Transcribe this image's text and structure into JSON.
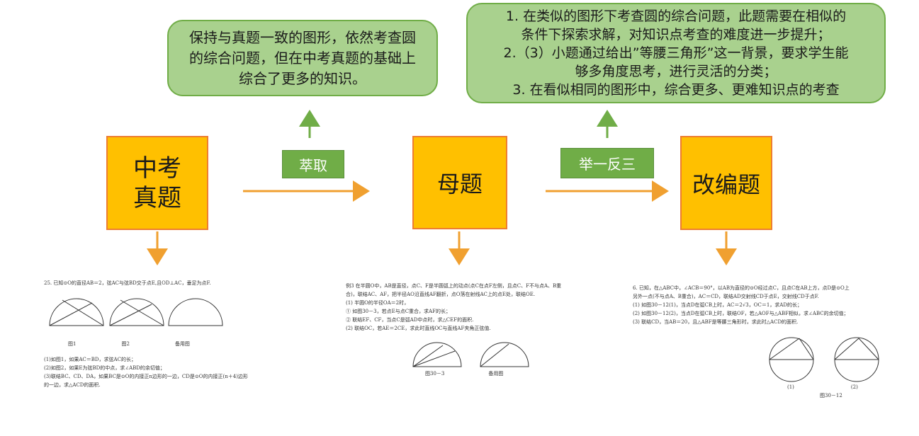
{
  "bubbles": {
    "left": [
      "保持与真题一致的图形，依然考查圆",
      "的综合问题，但在中考真题的基础上",
      "综合了更多的知识。"
    ],
    "right": [
      "1. 在类似的图形下考查圆的综合问题，此题需要在相似的",
      "条件下探索求解，对知识点考查的难度进一步提升；",
      "2.（3）小题通过给出”等腰三角形”这一背景，要求学生能",
      "够多角度思考，进行灵活的分类；",
      "3. 在看似相同的图形中，综合更多、更难知识点的考查"
    ]
  },
  "boxes": {
    "exam_line1": "中考",
    "exam_line2": "真题",
    "mother": "母题",
    "adapted": "改编题"
  },
  "tags": {
    "extract": "萃取",
    "infer": "举一反三"
  },
  "colors": {
    "box_fill": "#ffc000",
    "box_border": "#ed7d31",
    "bubble_fill": "#a9d18e",
    "bubble_border": "#70ad47",
    "tag_fill": "#70ad47",
    "arrow_orange": "#f0a030",
    "arrow_green": "#70ad47"
  },
  "thumbs": {
    "exam": {
      "lines": [
        "25. 已知⊙O的直径AB＝2，弦AC与弦BD交于点E,且OD⊥AC，垂足为点F.",
        "(1)如图1，如果AC＝BD，求弦AC的长；",
        "(2)如图2，如果E为弦BD的中点，求∠ABD的余切值；",
        "(3)联结BC、CD、DA，如果BC是⊙O的内接正n边形的一边，CD是⊙O的内接正(n＋4)边形",
        "的一边，求△ACD的面积."
      ],
      "fig_labels": [
        "图1",
        "图2",
        "备用图"
      ]
    },
    "mother": {
      "lines": [
        "例3  在半圆O中，AB是直径，点C、F是半圆弧上的动点(点C在点F左侧，且点C、F不与点A、B重",
        "合)，联结AC、AF，把半径AO沿直线AF翻折，点O落在射线AC上的点E处，联结OE.",
        "(1) 半圆O的半径OA＝2时，",
        "① 如图30－3，若点E与点C重合，求AF的长；",
        "② 联结EF、CF，当点C是弧AD中点时，求△CEF的面积.",
        "(2) 联结OC，若AE＝2CE，求此时直线OC与直线AF夹角正弦值."
      ],
      "fig_labels": [
        "图30－3",
        "备用图"
      ]
    },
    "adapted": {
      "lines": [
        "6. 已知，在△ABC中，∠ACB＝90°，以AB为直径的⊙O经过点C，且点C在AB上方，点D是⊙O上",
        "另外一点(不与点A、B重合)，AC＝CD，联结AD交射线CD于点E，交射线CD于点F.",
        "(1) 如图30－12(1)，当点D在弧CB上时，AC＝2√3，OC＝1，求AD的长；",
        "(2) 如图30－12(2)，当点D在弧CB上时，联结OF，若△AOF与△ABF相似，求∠ABC的余切值；",
        "(3) 联结CD，当AB＝20，且△ABF是等腰三角形时，求此时△ACD的面积."
      ],
      "fig_labels": [
        "(1)",
        "(2)",
        "图30－12"
      ]
    }
  }
}
